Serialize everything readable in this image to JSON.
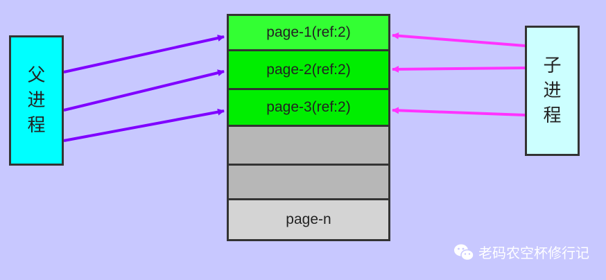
{
  "parent_process": {
    "label": "父进程"
  },
  "child_process": {
    "label": "子进程"
  },
  "pages": [
    {
      "label": "page-1(ref:2)"
    },
    {
      "label": "page-2(ref:2)"
    },
    {
      "label": "page-3(ref:2)"
    },
    {
      "label": ""
    },
    {
      "label": ""
    },
    {
      "label": "page-n"
    }
  ],
  "colors": {
    "background": "#c8c8ff",
    "parent_fill": "#00ffff",
    "child_fill": "#ccffff",
    "shared_page": "#00ee00",
    "empty_page": "#b7b7b7",
    "parent_arrow": "#7f00ff",
    "child_arrow": "#ff33ff"
  },
  "watermark": {
    "icon": "wechat-icon",
    "text": "老码农空杯修行记"
  }
}
